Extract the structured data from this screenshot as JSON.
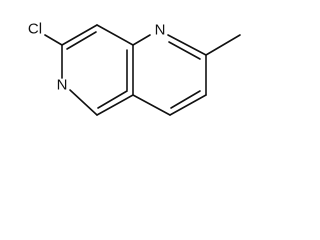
{
  "molecule": {
    "atoms": {
      "chlorine": "Cl",
      "nitrogen_top": "N",
      "nitrogen_left": "N"
    }
  },
  "colors": {
    "bond": "#111111",
    "label": "#111111",
    "background": "#ffffff"
  }
}
